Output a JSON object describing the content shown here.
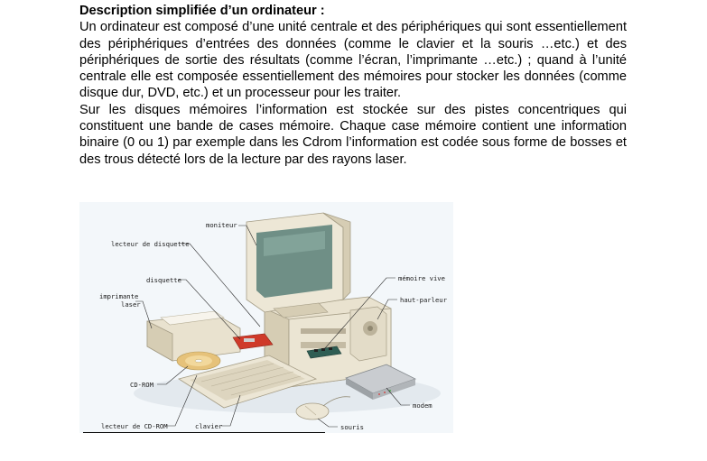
{
  "document": {
    "heading": "Description simplifiée d’un ordinateur :",
    "paragraph_1": "Un ordinateur est composé d’une unité centrale et des périphériques qui sont essentiellement des périphériques d’entrées des données (comme le clavier et la souris …etc.) et des périphériques de sortie des résultats (comme l’écran, l’imprimante …etc.) ; quand à l’unité centrale elle est composée essentiellement des mémoires pour stocker les données (comme disque dur, DVD, etc.) et un processeur pour les traiter.",
    "paragraph_2": "Sur les disques mémoires l’information est stockée sur des pistes concentriques qui constituent une bande de cases mémoire. Chaque case mémoire contient une information binaire (0 ou 1) par exemple dans les Cdrom l’information est codée sous forme de bosses et des trous détecté lors de la lecture par des rayons laser."
  },
  "figure": {
    "labels": {
      "moniteur": "moniteur",
      "lecteur_disquette": "lecteur de disquette",
      "disquette": "disquette",
      "imprimante_line1": "imprimante",
      "imprimante_line2": "laser",
      "memoire_vive": "mémoire vive",
      "haut_parleur": "haut-parleur",
      "cd_rom": "CD-ROM",
      "modem": "modem",
      "lecteur_cd_rom": "lecteur de CD-ROM",
      "clavier": "clavier",
      "souris": "souris"
    },
    "colors": {
      "beige": "#e9e2cf",
      "beige_dark": "#cfc6ad",
      "screen": "#6f8f86",
      "background": "#f3f7fa"
    }
  }
}
